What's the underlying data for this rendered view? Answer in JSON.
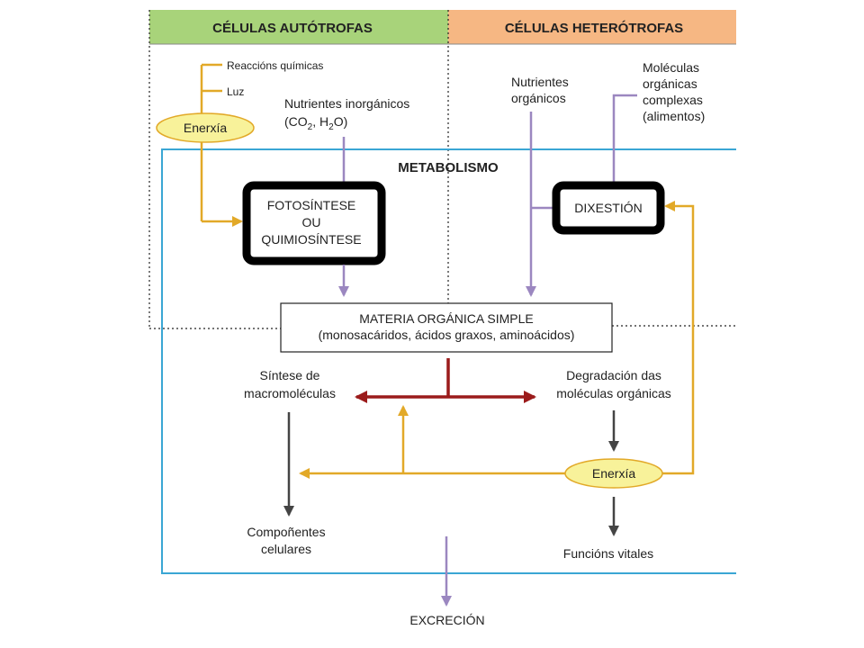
{
  "headers": {
    "autotrofas": "CÉLULAS AUTÓTROFAS",
    "heterotrofas": "CÉLULAS HETERÓTROFAS"
  },
  "metabolismo": "METABOLISMO",
  "energy_sources": {
    "quimicas": "Reaccións químicas",
    "luz": "Luz"
  },
  "enerxia_label": "Enerxía",
  "nutrientes_inorganicos": {
    "line1": "Nutrientes inorgánicos",
    "open": "(CO",
    "sub1": "2",
    "mid": ", H",
    "sub2": "2",
    "close": "O)"
  },
  "nutrientes_organicos": [
    "Nutrientes",
    "orgánicos"
  ],
  "moleculas_complexas": [
    "Moléculas",
    "orgánicas",
    "complexas",
    "(alimentos)"
  ],
  "fotosintese": [
    "FOTOSÍNTESE",
    "OU",
    "QUIMIOSÍNTESE"
  ],
  "dixestion": "DIXESTIÓN",
  "materia": [
    "MATERIA ORGÁNICA SIMPLE",
    "(monosacáridos, ácidos graxos, aminoácidos)"
  ],
  "sintese": [
    "Síntese de",
    "macromoléculas"
  ],
  "degradacion": [
    "Degradación das",
    "moléculas orgánicas"
  ],
  "compoñentes": [
    "Compoñentes",
    "celulares"
  ],
  "funcions": "Funcións vitales",
  "excrecion": "EXCRECIÓN",
  "colors": {
    "autotrofas_header": "#a8d37a",
    "heterotrofas_header": "#f6b783",
    "energy_line": "#e2a928",
    "enerxia_fill": "#f8f29a",
    "nutrient_line": "#9b87c0",
    "metabolismo_border": "#3aa6d4",
    "red_arrow": "#9b1b1b",
    "dark_arrow": "#444444"
  }
}
